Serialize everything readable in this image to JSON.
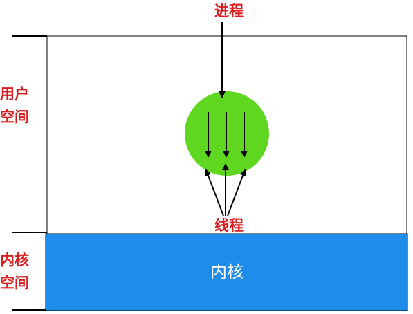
{
  "labels": {
    "process": "进程",
    "thread": "线程",
    "user_space_line1": "用户",
    "user_space_line2": "空间",
    "kernel_space_line1": "内核",
    "kernel_space_line2": "空间",
    "kernel_box": "内核"
  },
  "colors": {
    "label_red": "#d81e1e",
    "process_green": "#5fd620",
    "kernel_blue": "#1d8ceb",
    "kernel_text": "#ffffff",
    "line_black": "#000000"
  }
}
